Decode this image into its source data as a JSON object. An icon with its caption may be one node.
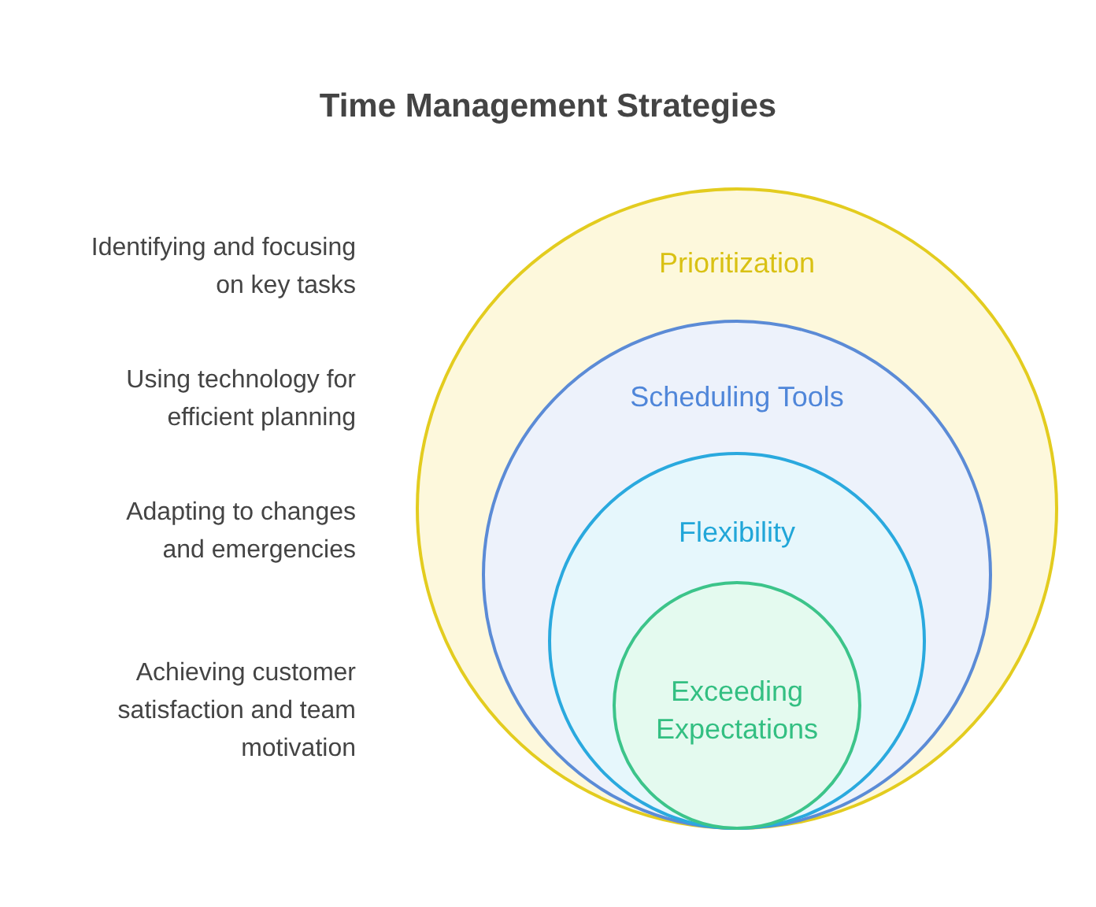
{
  "diagram": {
    "title": "Time Management Strategies",
    "nodes": [
      {
        "text": [
          "Prioritization"
        ]
      },
      {
        "text": [
          "Scheduling Tools"
        ],
        "in": 0
      },
      {
        "text": [
          "Flexibility"
        ],
        "in": 1
      },
      {
        "text": [
          "Exceeding Expectations"
        ],
        "in": 2
      }
    ],
    "edges": [],
    "labels": [
      "Identifying and focusing on key tasks",
      "Using technology for efficient planning",
      "Adapting to changes and emergencies",
      "Achieving customer satisfaction and team motivation"
    ]
  }
}
